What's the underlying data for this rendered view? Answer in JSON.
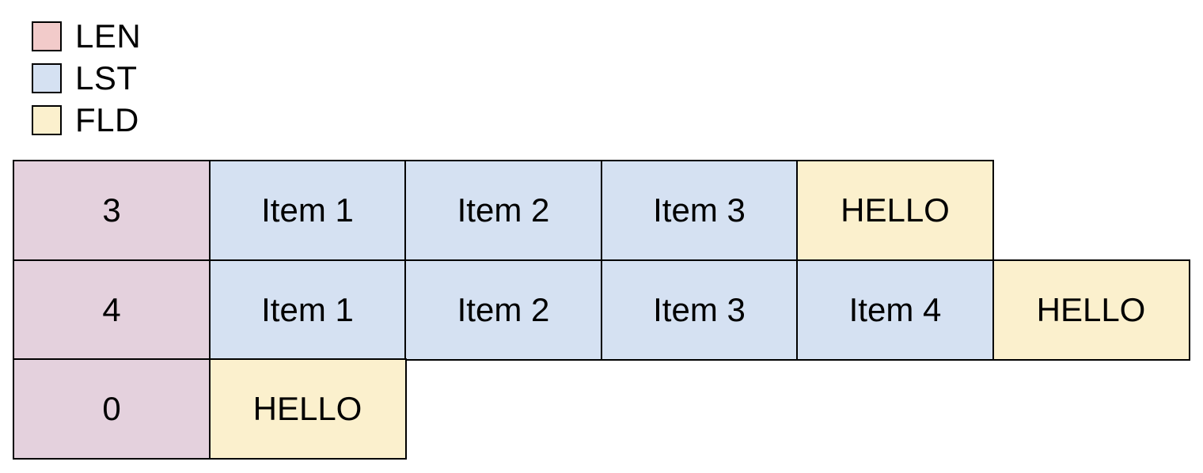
{
  "diagram": {
    "title_hint": "length-prefixed list record layout",
    "colors": {
      "background": "#ffffff",
      "border": "#000000",
      "text": "#000000",
      "len_legend_swatch": "#f2cbca",
      "lst_legend_swatch": "#d5e1f2",
      "fld_legend_swatch": "#fbf0cd",
      "len_cell": "#e4d1dd",
      "lst_cell": "#d5e1f2",
      "fld_cell": "#fbf0cd"
    },
    "legend": {
      "items": [
        {
          "id": "len",
          "label": "LEN",
          "color": "#f2cbca"
        },
        {
          "id": "lst",
          "label": "LST",
          "color": "#d5e1f2"
        },
        {
          "id": "fld",
          "label": "FLD",
          "color": "#fbf0cd"
        }
      ]
    },
    "rows": [
      {
        "cells": [
          {
            "type": "len",
            "text": "3"
          },
          {
            "type": "lst",
            "text": "Item 1"
          },
          {
            "type": "lst",
            "text": "Item 2"
          },
          {
            "type": "lst",
            "text": "Item 3"
          },
          {
            "type": "fld",
            "text": "HELLO"
          }
        ]
      },
      {
        "cells": [
          {
            "type": "len",
            "text": "4"
          },
          {
            "type": "lst",
            "text": "Item 1"
          },
          {
            "type": "lst",
            "text": "Item 2"
          },
          {
            "type": "lst",
            "text": "Item 3"
          },
          {
            "type": "lst",
            "text": "Item 4"
          },
          {
            "type": "fld",
            "text": "HELLO"
          }
        ]
      },
      {
        "cells": [
          {
            "type": "len",
            "text": "0"
          },
          {
            "type": "fld",
            "text": "HELLO"
          }
        ]
      }
    ]
  }
}
